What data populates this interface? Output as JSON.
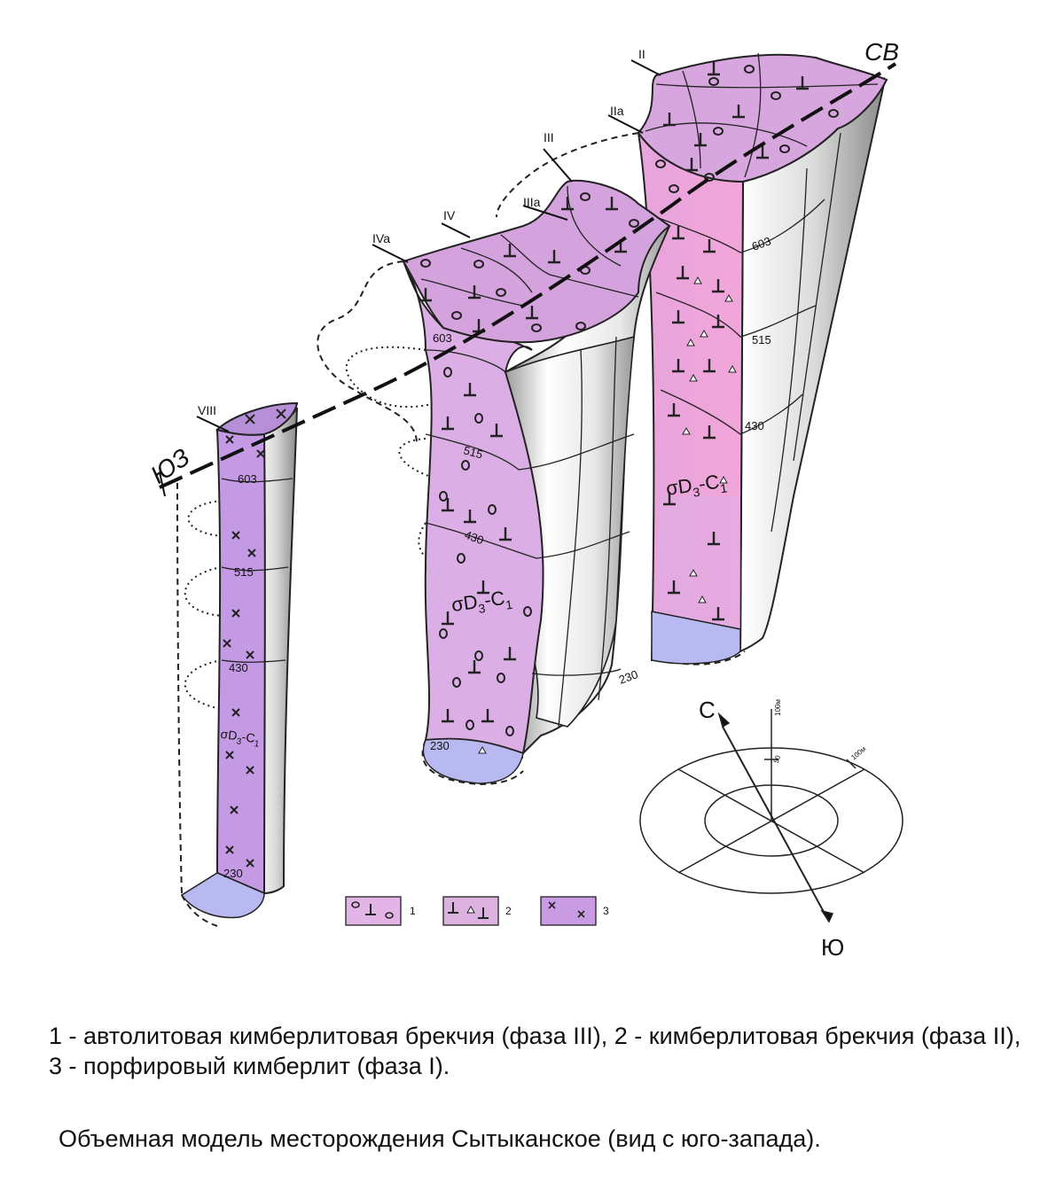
{
  "orientation": {
    "ne": "СВ",
    "sw": "ЮЗ",
    "north": "С",
    "south": "Ю"
  },
  "profiles": [
    "II",
    "IIa",
    "III",
    "IIIa",
    "IV",
    "IVa",
    "VIII"
  ],
  "depth_marks": [
    "603",
    "515",
    "430",
    "230"
  ],
  "formation_label": {
    "sigma": "σD",
    "sub3": "3",
    "dash": "-C",
    "sub1": "1"
  },
  "scale": {
    "vertical": "100м",
    "mid": "50",
    "radial": "100м"
  },
  "legend": [
    {
      "number": "1",
      "fill": "#e3b5e6"
    },
    {
      "number": "2",
      "fill": "#dcb0df"
    },
    {
      "number": "3",
      "fill": "#c99be2"
    }
  ],
  "colors": {
    "phase3": "#dcaee6",
    "phase2": "#e39ad9",
    "phase1": "#c49ae4",
    "base": "#b9b9f2"
  },
  "captions": {
    "legend": "1 - автолитовая кимберлитовая брекчия (фаза III), 2 - кимберлитовая брекчия (фаза II), 3 - порфировый кимберлит (фаза I).",
    "title": "Объемная модель месторождения Сытыканское (вид с юго-запада)."
  }
}
